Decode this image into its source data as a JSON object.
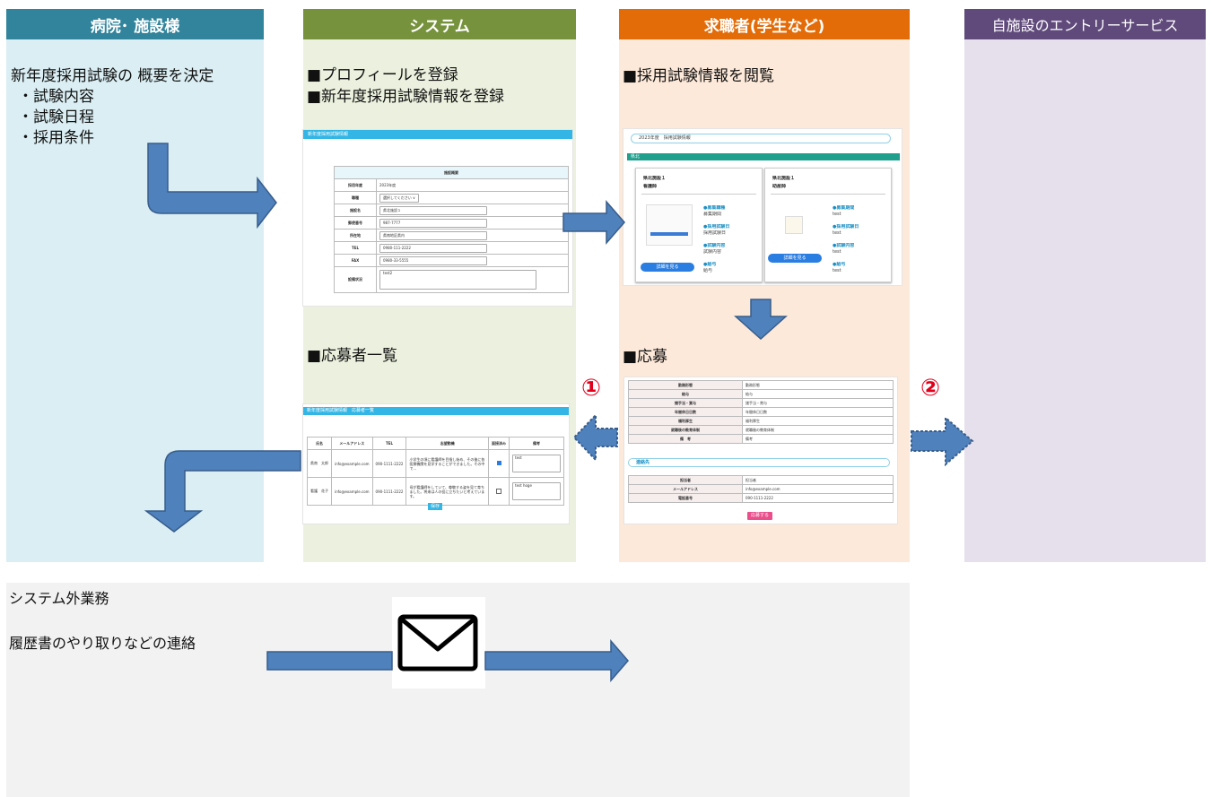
{
  "lanes": {
    "hospital": {
      "title": "病院･ 施設様",
      "color": "#31849b",
      "bg": "#daeef3",
      "text_title": "新年度採用試験の 概要を決定",
      "items": [
        "・試験内容",
        "・試験日程",
        "・採用条件"
      ]
    },
    "system": {
      "title": "システム",
      "color": "#76923c",
      "bg": "#ebf1de",
      "line1": "■プロフィールを登録",
      "line2": "■新年度採用試験情報を登録",
      "applicants_label": "■応募者一覧"
    },
    "seeker": {
      "title": "求職者(学生など)",
      "color": "#e36c09",
      "bg": "#fde9d9",
      "view_label": "■採用試験情報を閲覧",
      "apply_label": "■応募"
    },
    "entry": {
      "title": "自施設のエントリーサービス",
      "color": "#604a7b",
      "bg": "#e5e0ec"
    }
  },
  "outside": {
    "title": "システム外業務",
    "subtitle": "履歴書のやり取りなどの連絡"
  },
  "markers": {
    "one": "①",
    "two": "②"
  },
  "shot_register": {
    "header": "新年度採用試験情報",
    "table_title": "施設概要",
    "rows": [
      {
        "label": "採用年度",
        "value": "2023年度"
      },
      {
        "label": "職種",
        "value": "選択してください ∨"
      },
      {
        "label": "施設名",
        "value": "県北施設１"
      },
      {
        "label": "郵便番号",
        "value": "987-7777"
      },
      {
        "label": "所在地",
        "value": "県南地区県内"
      },
      {
        "label": "TEL",
        "value": "0980-111-2222"
      },
      {
        "label": "FAX",
        "value": "0980-33-5555"
      },
      {
        "label": "設備状況",
        "value": "test2"
      }
    ]
  },
  "shot_browse": {
    "year_title": "2023年度　採用試験情報",
    "region": "県北",
    "cards": [
      {
        "facility": "県北施設１",
        "job": "看護師",
        "info": [
          {
            "k": "●募集職種",
            "v": "募集期間"
          },
          {
            "k": "●採用試験日",
            "v": "採用試験日"
          },
          {
            "k": "●試験内容",
            "v": "試験内容"
          },
          {
            "k": "●給与",
            "v": "給与"
          }
        ],
        "button": "詳細を見る"
      },
      {
        "facility": "県北施設１",
        "job": "助産師",
        "info": [
          {
            "k": "●募集期間",
            "v": "test"
          },
          {
            "k": "●採用試験日",
            "v": "test"
          },
          {
            "k": "●試験内容",
            "v": "test"
          },
          {
            "k": "●給与",
            "v": "test"
          }
        ],
        "button": "詳細を見る"
      }
    ]
  },
  "shot_applicants": {
    "header": "新年度採用試験情報　応募者一覧",
    "columns": [
      "氏名",
      "メールアドレス",
      "TEL",
      "志望動機",
      "面接済み",
      "備考"
    ],
    "rows": [
      {
        "name": "県南　太郎",
        "email": "info@example.com",
        "tel": "090-1111-2222",
        "motive": "小学生の頃に看護師を目指し始め、その後に各医療機関を見学することができました。その中で…",
        "checked": true,
        "note": "test"
      },
      {
        "name": "看護　花子",
        "email": "info@example.com",
        "tel": "090-1111-2222",
        "motive": "母が看護師をしていて、尊敬する姿を見て育ちました。将来は人の役に立ちたいと考えています。",
        "checked": false,
        "note": "test hoge"
      }
    ],
    "button": "保存"
  },
  "shot_apply": {
    "rows": [
      {
        "label": "勤務形態",
        "value": "勤務形態"
      },
      {
        "label": "給与",
        "value": "給与"
      },
      {
        "label": "諸手当・賞与",
        "value": "諸手当・賞与"
      },
      {
        "label": "年間休日日数",
        "value": "年間休日日数"
      },
      {
        "label": "福利厚生",
        "value": "福利厚生"
      },
      {
        "label": "就職後の教育体制",
        "value": "就職後の教育体制"
      },
      {
        "label": "備　考",
        "value": "備考"
      }
    ],
    "contact_title": "連絡先",
    "contact_rows": [
      {
        "label": "担当者",
        "value": "担当者"
      },
      {
        "label": "メールアドレス",
        "value": "info@example.com"
      },
      {
        "label": "電話番号",
        "value": "090-1111-2222"
      }
    ],
    "button": "応募する"
  },
  "colors": {
    "arrow": "#4f81bd",
    "arrow_border": "#385d8a",
    "outside_bg": "#f2f2f2"
  }
}
